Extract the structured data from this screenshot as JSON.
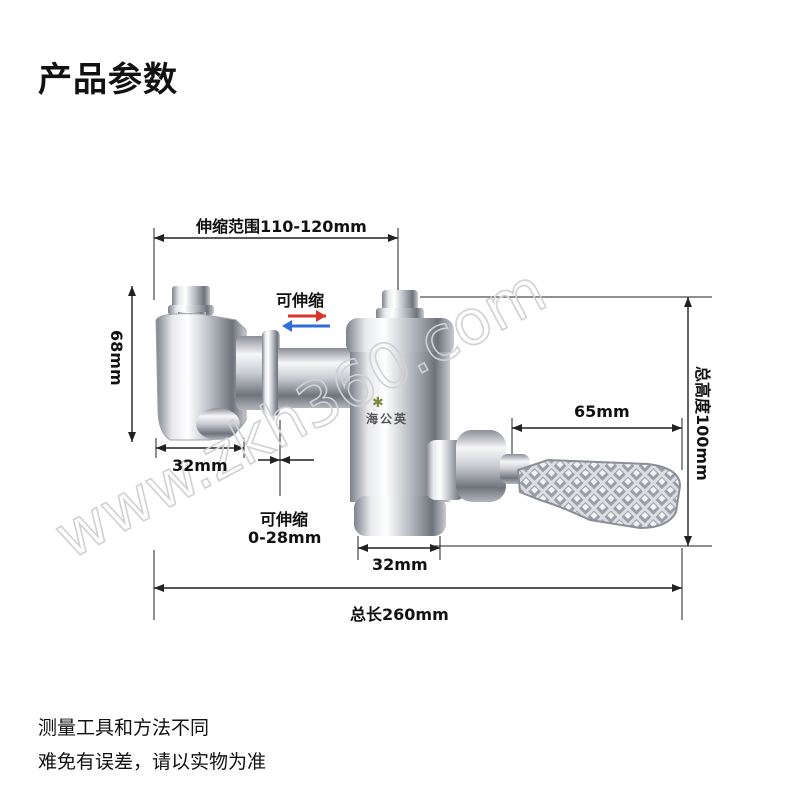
{
  "title": "产品参数",
  "dimensions": {
    "telescopic_range": "伸缩范围110-120mm",
    "telescopic_arrow_label": "可伸缩",
    "left_height": "68mm",
    "total_height": "总高度100mm",
    "pedal_length": "65mm",
    "left_width": "32mm",
    "adjust_label": "可伸缩",
    "adjust_range": "0-28mm",
    "body_width": "32mm",
    "total_length": "总长260mm"
  },
  "brand_text": "海公英",
  "watermark": "www.zkh360.com",
  "notes": {
    "line1": "测量工具和方法不同",
    "line2": "难免有误差，请以实物为准"
  },
  "colors": {
    "text": "#111111",
    "dimension_line": "#222222",
    "chrome_light": "#f4f4f6",
    "chrome_dark": "#8a8e96",
    "arrow_red": "#d9362b",
    "arrow_blue": "#2f6fd6"
  }
}
